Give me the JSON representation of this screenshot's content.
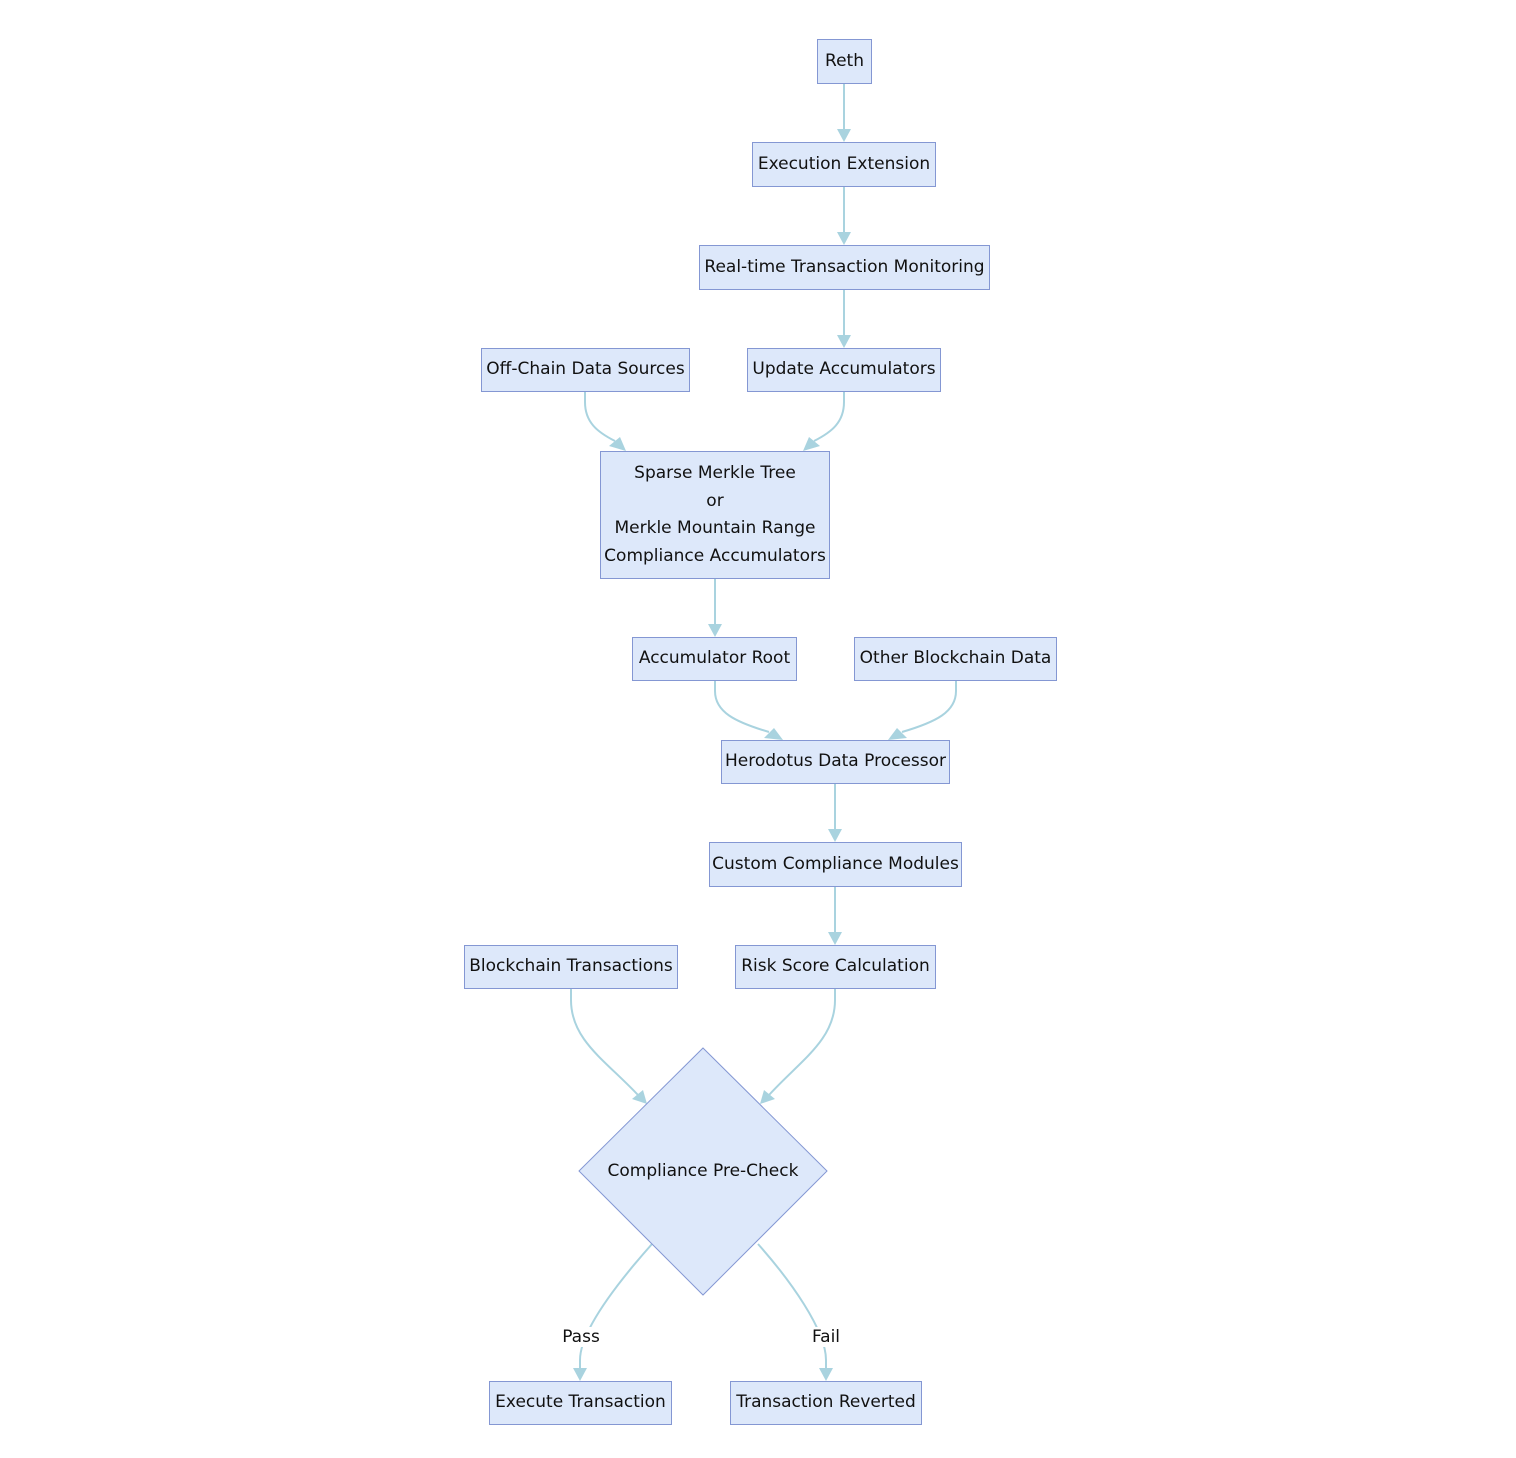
{
  "diagram": {
    "nodes": {
      "reth": "Reth",
      "exex": "Execution Extension",
      "monitor": "Real-time Transaction Monitoring",
      "offchain": "Off-Chain Data Sources",
      "update": "Update Accumulators",
      "smt_line1": "Sparse Merkle Tree",
      "smt_line2": "or",
      "smt_line3": "Merkle Mountain Range",
      "smt_line4": "Compliance Accumulators",
      "root": "Accumulator Root",
      "other": "Other Blockchain Data",
      "herodotus": "Herodotus Data Processor",
      "modules": "Custom Compliance Modules",
      "txs": "Blockchain Transactions",
      "risk": "Risk Score Calculation",
      "precheck": "Compliance Pre-Check",
      "execute": "Execute Transaction",
      "reverted": "Transaction Reverted"
    },
    "edge_labels": {
      "pass": "Pass",
      "fail": "Fail"
    },
    "colors": {
      "node_fill": "#dde8fa",
      "node_border": "#8497d3",
      "edge": "#a9d3df"
    }
  }
}
